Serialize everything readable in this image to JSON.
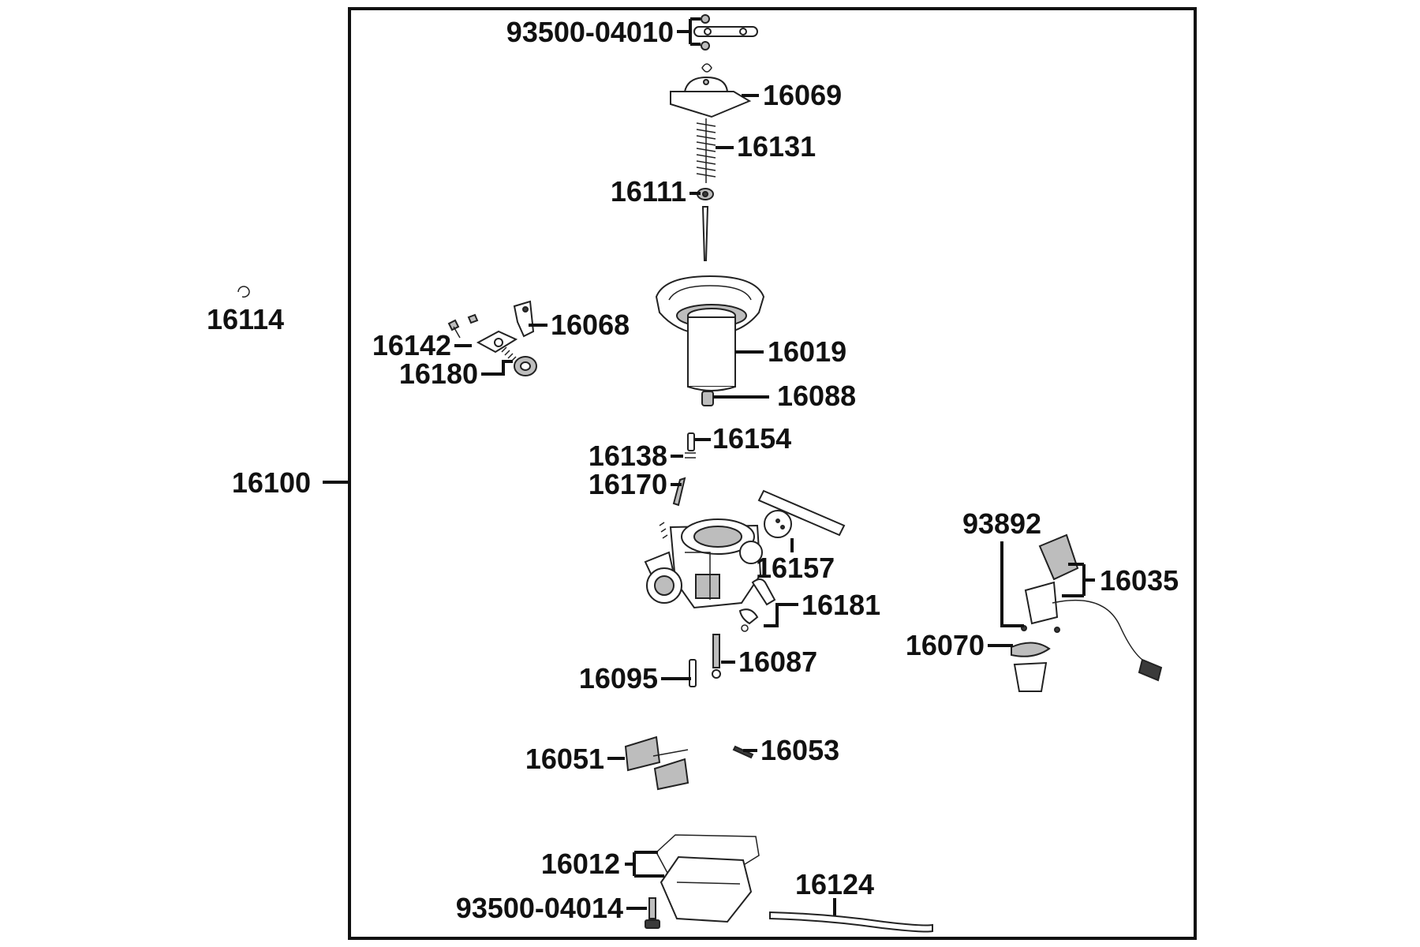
{
  "diagram": {
    "labels": {
      "p93500_04010": "93500-04010",
      "p16069": "16069",
      "p16131": "16131",
      "p16111": "16111",
      "p16114": "16114",
      "p16068": "16068",
      "p16142": "16142",
      "p16180": "16180",
      "p16019": "16019",
      "p16088": "16088",
      "p16154": "16154",
      "p16138": "16138",
      "p16100": "16100",
      "p16170": "16170",
      "p16157": "16157",
      "p16181": "16181",
      "p93892": "93892",
      "p16035": "16035",
      "p16070": "16070",
      "p16087": "16087",
      "p16095": "16095",
      "p16053": "16053",
      "p16051": "16051",
      "p16012": "16012",
      "p16124": "16124",
      "p93500_04014": "93500-04014"
    }
  }
}
